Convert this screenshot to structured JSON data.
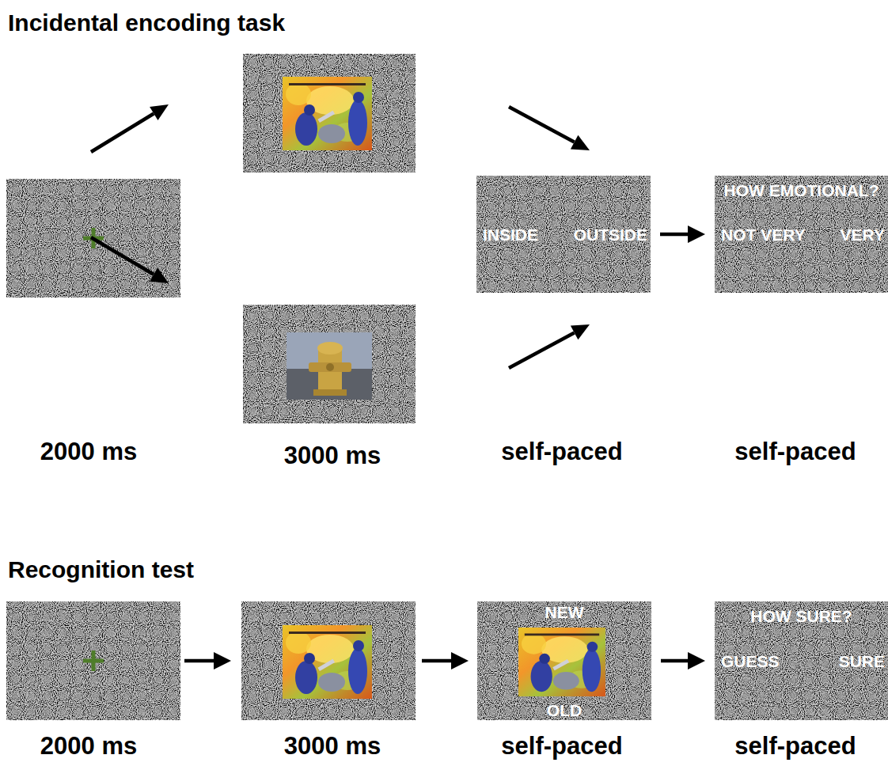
{
  "diagram": {
    "nodes": [
      {
        "text": [
          "INSIDE",
          "OUTSIDE"
        ]
      },
      {
        "text": [
          "HOW EMOTIONAL?",
          "NOT VERY",
          "VERY"
        ]
      },
      {
        "text": [
          "NEW",
          "OLD"
        ]
      },
      {
        "text": [
          "HOW SURE?",
          "GUESS",
          "SURE"
        ]
      }
    ],
    "edges": [
      {
        "from": 0,
        "to": 1,
        "arrow": "to"
      },
      {
        "from": 2,
        "to": 3,
        "arrow": "to"
      }
    ],
    "labels": [
      "Incidental encoding task",
      "2000 ms",
      "3000 ms",
      "self-paced",
      "self-paced",
      "Recognition test",
      "2000 ms",
      "3000 ms",
      "self-paced",
      "self-paced"
    ]
  }
}
